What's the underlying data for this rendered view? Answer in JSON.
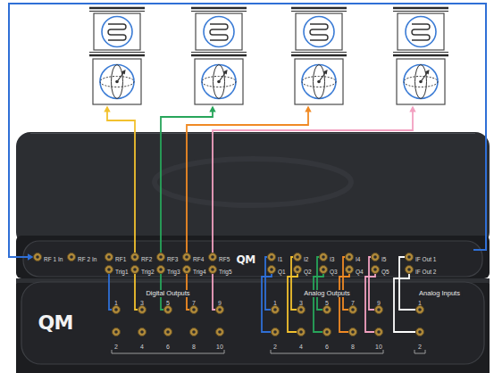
{
  "diagram": {
    "nodes": [
      {
        "text": [
          "QM"
        ]
      },
      {
        "text": [
          "QM"
        ]
      }
    ],
    "labels": [
      "RF 1 In",
      "RF 2 In",
      "RF1",
      "RF2",
      "RF3",
      "RF4",
      "RF5",
      "I1",
      "I2",
      "I3",
      "I4",
      "I5",
      "IF Out 1",
      "Trig1",
      "Trig2",
      "Trig3",
      "Trig4",
      "Trig5",
      "Q1",
      "Q2",
      "Q3",
      "Q4",
      "Q5",
      "IF Out 2",
      "Digital Outputs",
      "Analog Outputs",
      "Analog Inputs",
      "1",
      "3",
      "5",
      "7",
      "9",
      "1",
      "3",
      "5",
      "7",
      "9",
      "1",
      "2",
      "4",
      "6",
      "8",
      "10",
      "2",
      "4",
      "6",
      "8",
      "10",
      "2"
    ]
  }
}
